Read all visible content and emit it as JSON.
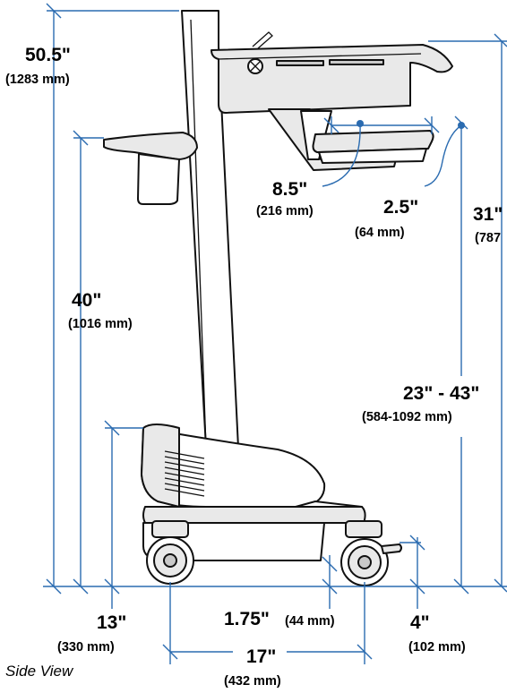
{
  "caption": "Side View",
  "dimensions": {
    "overall_height": {
      "in": "50.5\"",
      "mm": "(1283 mm)"
    },
    "handle_height": {
      "in": "40\"",
      "mm": "(1016 mm)"
    },
    "base_height": {
      "in": "13\"",
      "mm": "(330 mm)"
    },
    "worksurface_height": {
      "in": "31\"",
      "mm": "(787"
    },
    "keyboard_height_range": {
      "in": "23\" - 43\"",
      "mm": "(584-1092 mm)"
    },
    "keyboard_tray_depth": {
      "in": "8.5\"",
      "mm": "(216 mm)"
    },
    "keyboard_offset": {
      "in": "2.5\"",
      "mm": "(64 mm)"
    },
    "ground_clearance": {
      "in": "1.75\"",
      "mm": "(44 mm)"
    },
    "wheelbase": {
      "in": "17\"",
      "mm": "(432 mm)"
    },
    "rear_overhang": {
      "in": "4\"",
      "mm": "(102 mm)"
    }
  },
  "colors": {
    "dimension_line": "#2a6bb0",
    "outline": "#111111",
    "fill_light": "#e9e9e9",
    "fill_dark": "#c9c9c9"
  }
}
